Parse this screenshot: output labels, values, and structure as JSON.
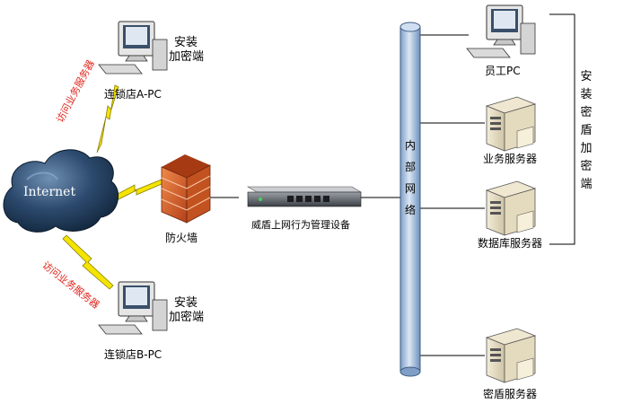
{
  "cloud_label": "Internet",
  "pc_a": {
    "name": "连锁店A-PC",
    "note_line1": "安装",
    "note_line2": "加密端"
  },
  "pc_b": {
    "name": "连锁店B-PC",
    "note_line1": "安装",
    "note_line2": "加密端"
  },
  "link_a_label": "访问业务服务器",
  "link_b_label": "访问业务服务器",
  "firewall_label": "防火墙",
  "device_label": "威盾上网行为管理设备",
  "internal_network_label": "内部网络",
  "right_group_label": "安装密盾加密端",
  "employee_pc_label": "员工PC",
  "business_server_label": "业务服务器",
  "database_server_label": "数据库服务器",
  "shield_server_label": "密盾服务器",
  "colors": {
    "link_bolt": "#f4e400",
    "pipe": "#a9c3e3",
    "cloud": "#1f3b5c",
    "firewall": "#c8501e",
    "warning_text": "#e0241b"
  }
}
